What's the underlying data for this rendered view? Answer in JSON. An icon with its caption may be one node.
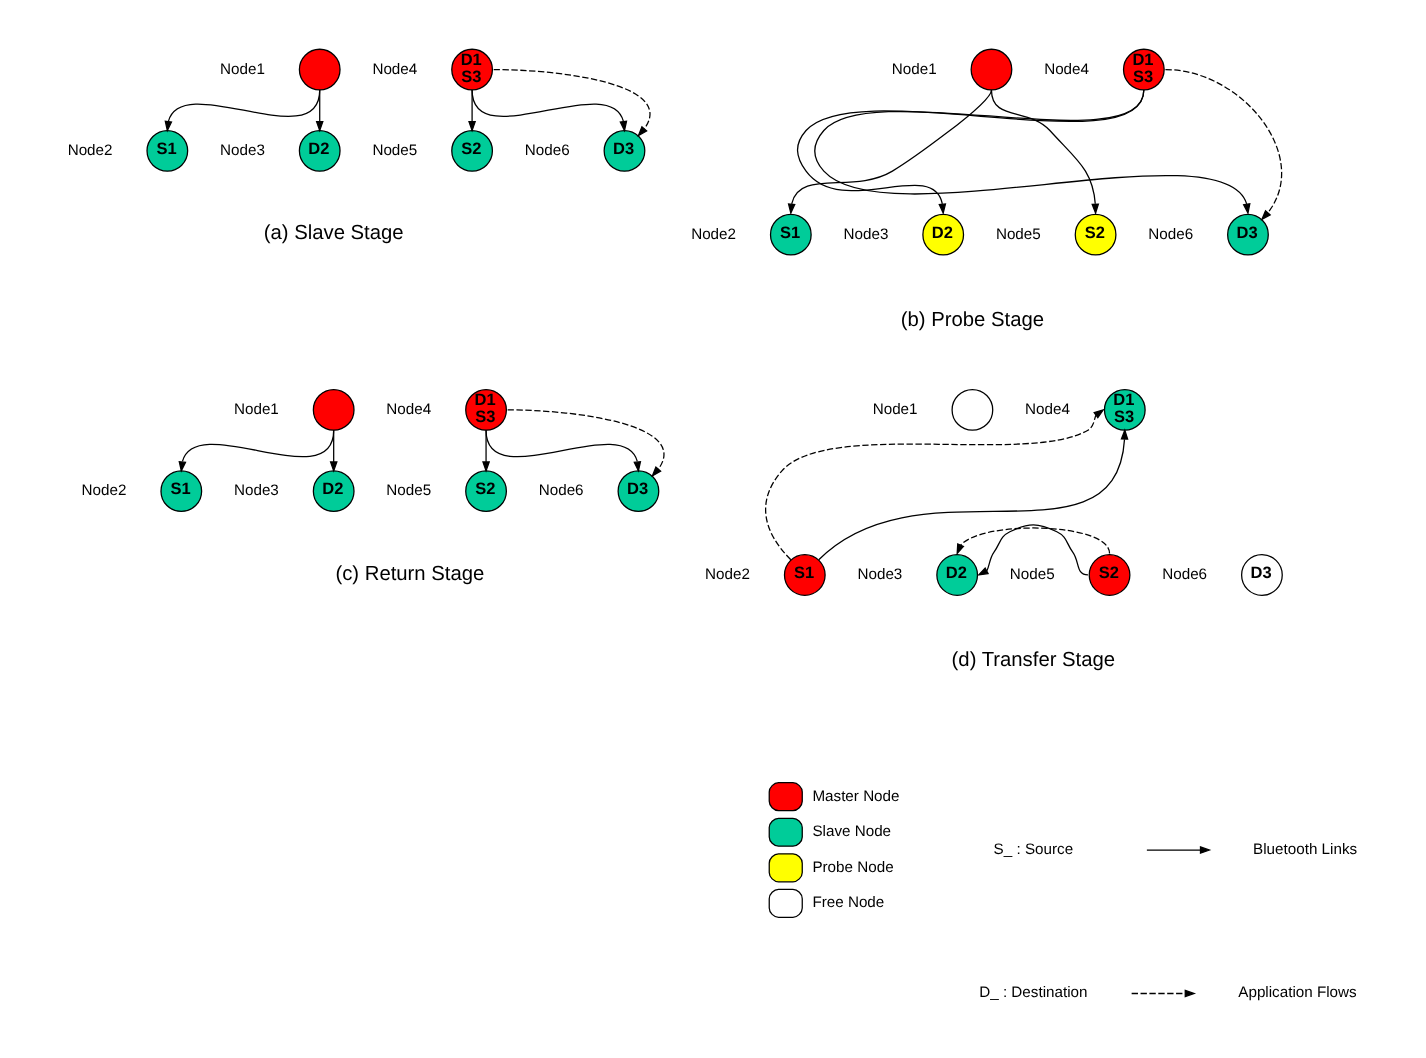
{
  "diagram": {
    "nodes": [
      {
        "text": [],
        "shape": "circle",
        "beside": [
          "Node1"
        ]
      },
      {
        "text": [
          "D1",
          "S3"
        ],
        "beside": [
          "Node4"
        ]
      },
      {
        "text": [
          "S1"
        ],
        "beside": [
          "Node2"
        ]
      },
      {
        "text": [
          "D2"
        ],
        "beside": [
          "Node3"
        ]
      },
      {
        "text": [
          "S2"
        ],
        "beside": [
          "Node5"
        ]
      },
      {
        "text": [
          "D3"
        ],
        "beside": [
          "Node6"
        ]
      },
      {
        "text": [],
        "shape": "circle",
        "beside": [
          "Node1"
        ]
      },
      {
        "text": [
          "D1",
          "S3"
        ],
        "beside": [
          "Node4"
        ]
      },
      {
        "text": [
          "S1"
        ],
        "beside": [
          "Node2"
        ]
      },
      {
        "text": [
          "D2"
        ],
        "beside": [
          "Node3"
        ]
      },
      {
        "text": [
          "S2"
        ],
        "beside": [
          "Node5"
        ]
      },
      {
        "text": [
          "D3"
        ],
        "beside": [
          "Node6"
        ]
      },
      {
        "text": [],
        "shape": "circle",
        "beside": [
          "Node1"
        ]
      },
      {
        "text": [
          "D1",
          "S3"
        ],
        "beside": [
          "Node4"
        ]
      },
      {
        "text": [
          "S1"
        ],
        "beside": [
          "Node2"
        ]
      },
      {
        "text": [
          "D2"
        ],
        "beside": [
          "Node3"
        ]
      },
      {
        "text": [
          "S2"
        ],
        "beside": [
          "Node5"
        ]
      },
      {
        "text": [
          "D3"
        ],
        "beside": [
          "Node6"
        ]
      },
      {
        "text": [],
        "shape": "circle",
        "beside": [
          "Node1"
        ]
      },
      {
        "text": [
          "D1",
          "S3"
        ],
        "beside": [
          "Node4"
        ]
      },
      {
        "text": [
          "S1"
        ],
        "beside": [
          "Node2"
        ]
      },
      {
        "text": [
          "D2"
        ],
        "beside": [
          "Node3"
        ]
      },
      {
        "text": [
          "S2"
        ],
        "beside": [
          "Node5"
        ]
      },
      {
        "text": [
          "D3"
        ],
        "beside": [
          "Node6"
        ]
      }
    ],
    "edges": [
      {
        "from": 0,
        "to": 2,
        "arrow": "to"
      },
      {
        "from": 0,
        "to": 3,
        "arrow": "to"
      },
      {
        "from": 1,
        "to": 4,
        "arrow": "to"
      },
      {
        "from": 1,
        "to": 5,
        "arrow": "to"
      },
      {
        "from": 1,
        "to": 5,
        "arrow": "to",
        "style": "dashed"
      },
      {
        "from": 6,
        "to": 8,
        "arrow": "to"
      },
      {
        "from": 6,
        "to": 10,
        "arrow": "to"
      },
      {
        "from": 7,
        "to": 9,
        "arrow": "to"
      },
      {
        "from": 7,
        "to": 11,
        "arrow": "to"
      },
      {
        "from": 7,
        "to": 11,
        "arrow": "to",
        "style": "dashed"
      },
      {
        "from": 12,
        "to": 14,
        "arrow": "to"
      },
      {
        "from": 12,
        "to": 15,
        "arrow": "to"
      },
      {
        "from": 13,
        "to": 16,
        "arrow": "to"
      },
      {
        "from": 13,
        "to": 17,
        "arrow": "to"
      },
      {
        "from": 13,
        "to": 17,
        "arrow": "to",
        "style": "dashed"
      },
      {
        "from": 20,
        "to": 19,
        "arrow": "to",
        "style": "dashed"
      },
      {
        "from": 20,
        "to": 19,
        "arrow": "to"
      },
      {
        "from": 22,
        "to": 21,
        "arrow": "to",
        "style": "dashed"
      },
      {
        "from": 22,
        "to": 21,
        "arrow": "to"
      }
    ],
    "labels": [
      "(a) Slave Stage",
      "(b) Probe Stage",
      "(c) Return Stage",
      "(d) Transfer Stage",
      "S_ : Source",
      "D_ : Destination"
    ],
    "legend": [
      {
        "text": "Master Node",
        "color": "#ff0000"
      },
      {
        "text": "Slave Node",
        "color": "#00cc99"
      },
      {
        "text": "Probe Node",
        "color": "#ffff00"
      },
      {
        "text": "Free Node",
        "color": "#ffffff"
      },
      {
        "text": "Bluetooth Links"
      },
      {
        "text": "Application Flows"
      }
    ]
  }
}
